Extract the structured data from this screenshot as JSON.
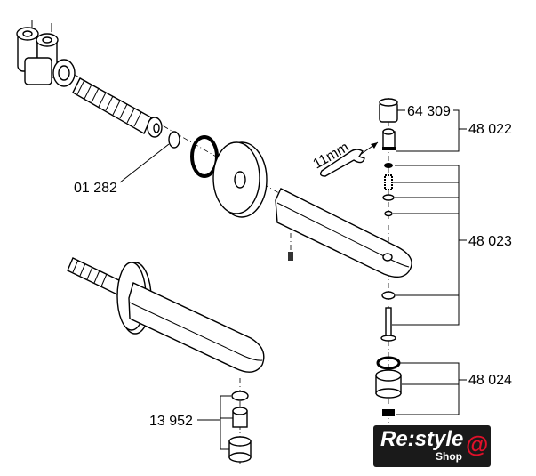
{
  "labels": {
    "p01282": "01 282",
    "p64309": "64 309",
    "p48022": "48 022",
    "p48023": "48 023",
    "p48024": "48 024",
    "p13952": "13 952",
    "wrench": "11mm"
  },
  "logo": {
    "brand": "Re:style",
    "sub": "Shop",
    "accent": "#e0102a"
  }
}
